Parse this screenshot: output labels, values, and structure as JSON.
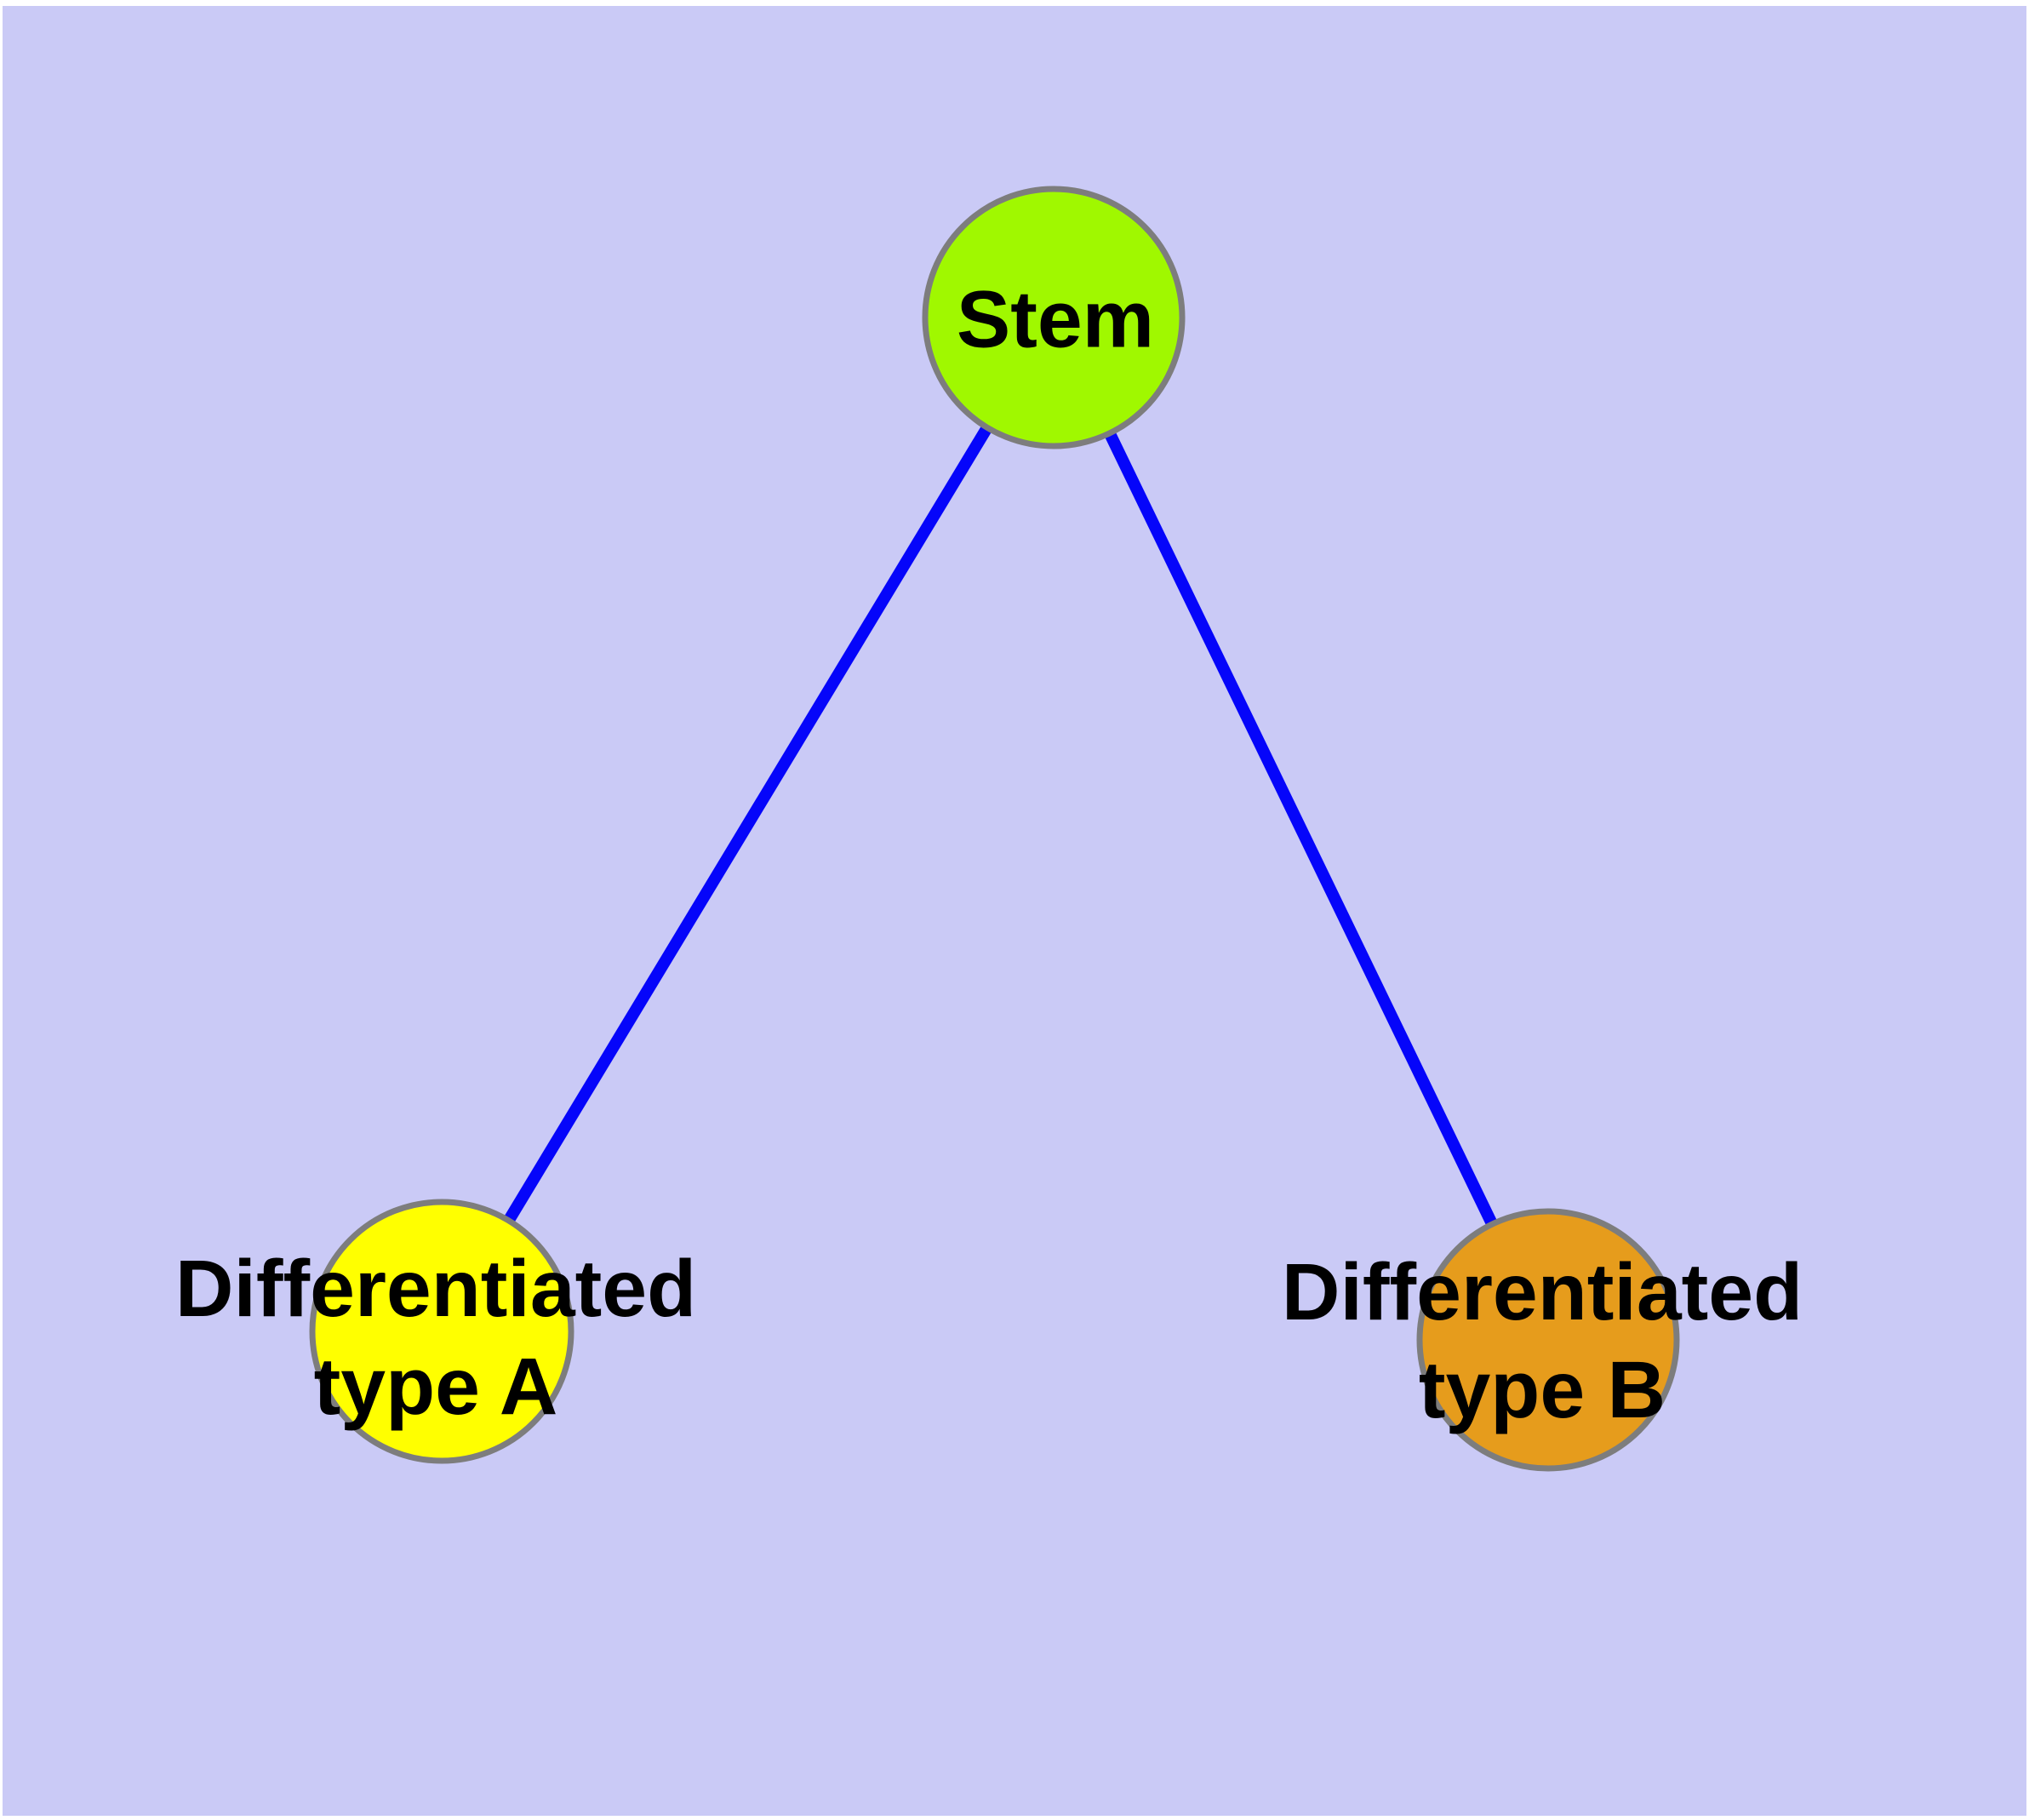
{
  "figure": {
    "background_color": "#CACAF6",
    "frame_color": "#FFFFFF",
    "edge_color": "#0505FA",
    "node_border_color": "#7D7D7D",
    "label_text_color": "#000000",
    "nodes": [
      {
        "id": "stem",
        "label": "Stem",
        "fill_color": "#A0F800"
      },
      {
        "id": "differentiated-type-a",
        "label_line1": "Differentiated",
        "label_line2": "type A",
        "fill_color": "#FFFF00"
      },
      {
        "id": "differentiated-type-b",
        "label_line1": "Differentiated",
        "label_line2": "type B",
        "fill_color": "#E69C1C"
      }
    ],
    "edges": [
      {
        "from": "Stem",
        "to": "Differentiated type A"
      },
      {
        "from": "Stem",
        "to": "Differentiated type B"
      }
    ]
  }
}
